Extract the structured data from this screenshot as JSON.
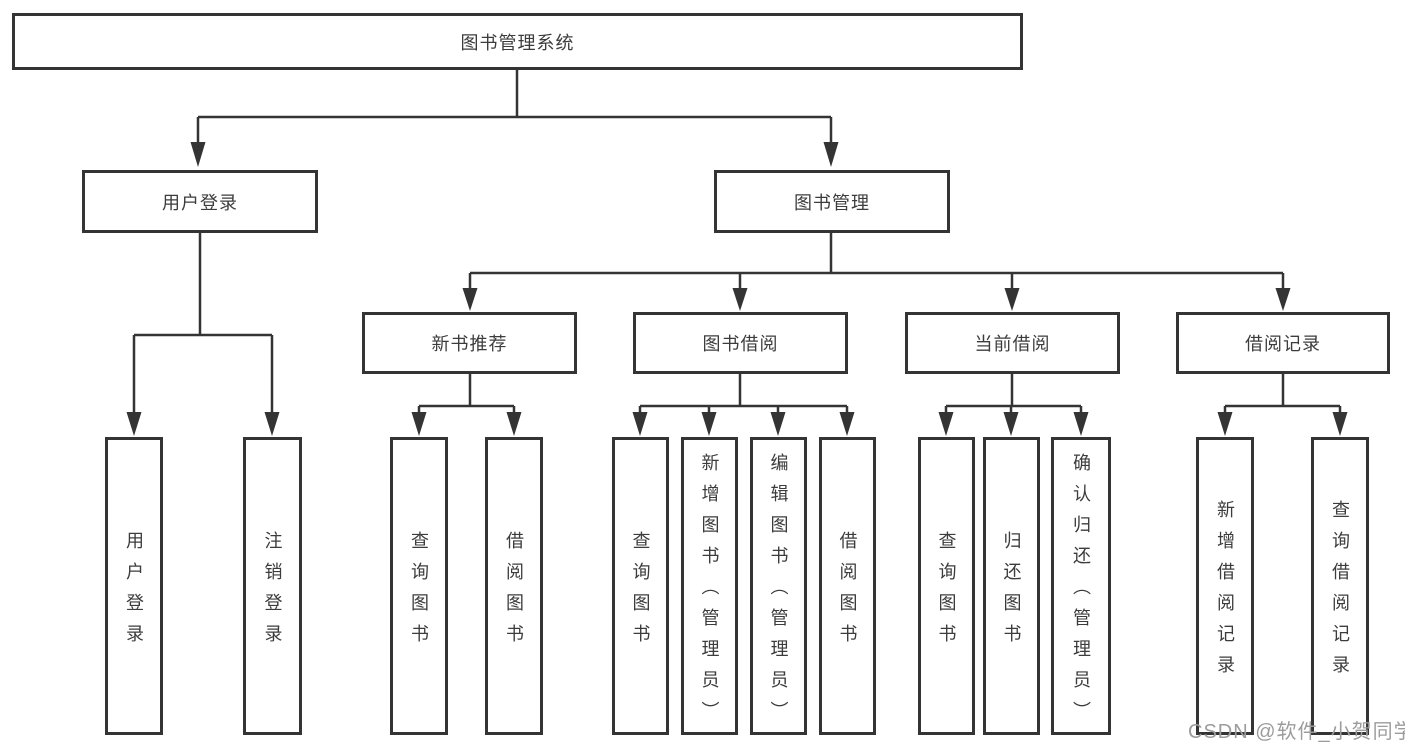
{
  "diagram": {
    "watermark": "CSDN @软件_小贺同学",
    "colors": {
      "line": "#343434",
      "box_border": "#343434",
      "box_bg": "#ffffff",
      "text": "#3c3c3c",
      "watermark": "#9c9c9c"
    },
    "nodes": {
      "root": {
        "label": "图书管理系统"
      },
      "level1": [
        {
          "label": "用户登录"
        },
        {
          "label": "图书管理"
        }
      ],
      "level2": [
        {
          "label": "新书推荐"
        },
        {
          "label": "图书借阅"
        },
        {
          "label": "当前借阅"
        },
        {
          "label": "借阅记录"
        }
      ],
      "leaves": [
        {
          "label": "用户登录"
        },
        {
          "label": "注销登录"
        },
        {
          "label": "查询图书"
        },
        {
          "label": "借阅图书"
        },
        {
          "label": "查询图书"
        },
        {
          "label": "新增图书（管理员）"
        },
        {
          "label": "编辑图书（管理员）"
        },
        {
          "label": "借阅图书"
        },
        {
          "label": "查询图书"
        },
        {
          "label": "归还图书"
        },
        {
          "label": "确认归还（管理员）"
        },
        {
          "label": "新增借阅记录"
        },
        {
          "label": "查询借阅记录"
        }
      ]
    }
  }
}
